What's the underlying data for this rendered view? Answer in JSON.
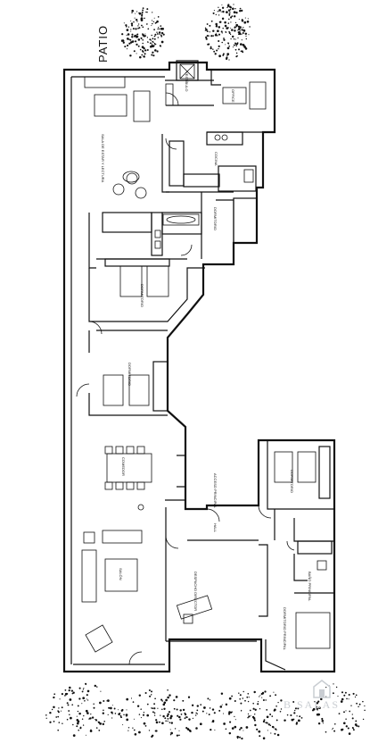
{
  "labels": {
    "patio": "PATIO",
    "vestibulo": "VESTÍBULO",
    "office": "OFFICE",
    "cocina": "COCINA",
    "sala_estar": "SALA DE ESTAR Y LECTURA",
    "dormitorio_1": "DORMITORIO",
    "dormitorio_2": "DORMITORIO",
    "dormitorio_3": "DORMITORIO",
    "dormitorio_4": "DORMITORIO",
    "comedor": "COMEDOR",
    "hall": "HALL",
    "acceso": "ACCESO PRINCIPAL",
    "salon": "SALÓN",
    "despacho": "DESPACHO DIRECTOR",
    "bano": "BAÑO PRINCIPAL",
    "dormitorio_principal": "DORMITORIO PRINCIPAL"
  },
  "watermark": "B SALAS",
  "colors": {
    "wall": "#111111",
    "background": "#ffffff",
    "watermark": "#c9cdd2"
  }
}
